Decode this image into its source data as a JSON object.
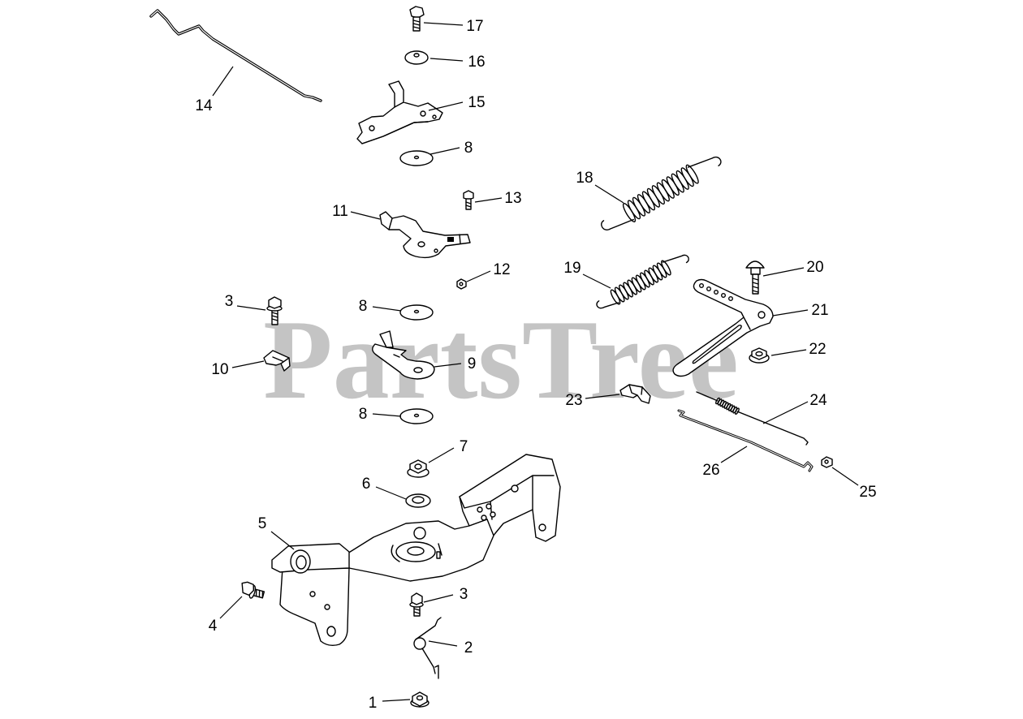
{
  "watermark": "PartsTree",
  "colors": {
    "line": "#000000",
    "watermark": "#c4c4c4",
    "background": "#ffffff"
  },
  "callouts": [
    {
      "label": "17"
    },
    {
      "label": "16"
    },
    {
      "label": "15"
    },
    {
      "label": "14"
    },
    {
      "label": "8"
    },
    {
      "label": "18"
    },
    {
      "label": "13"
    },
    {
      "label": "11"
    },
    {
      "label": "12"
    },
    {
      "label": "19"
    },
    {
      "label": "20"
    },
    {
      "label": "3"
    },
    {
      "label": "8"
    },
    {
      "label": "21"
    },
    {
      "label": "22"
    },
    {
      "label": "9"
    },
    {
      "label": "10"
    },
    {
      "label": "23"
    },
    {
      "label": "24"
    },
    {
      "label": "8"
    },
    {
      "label": "7"
    },
    {
      "label": "26"
    },
    {
      "label": "6"
    },
    {
      "label": "25"
    },
    {
      "label": "5"
    },
    {
      "label": "4"
    },
    {
      "label": "3"
    },
    {
      "label": "2"
    },
    {
      "label": "1"
    }
  ]
}
